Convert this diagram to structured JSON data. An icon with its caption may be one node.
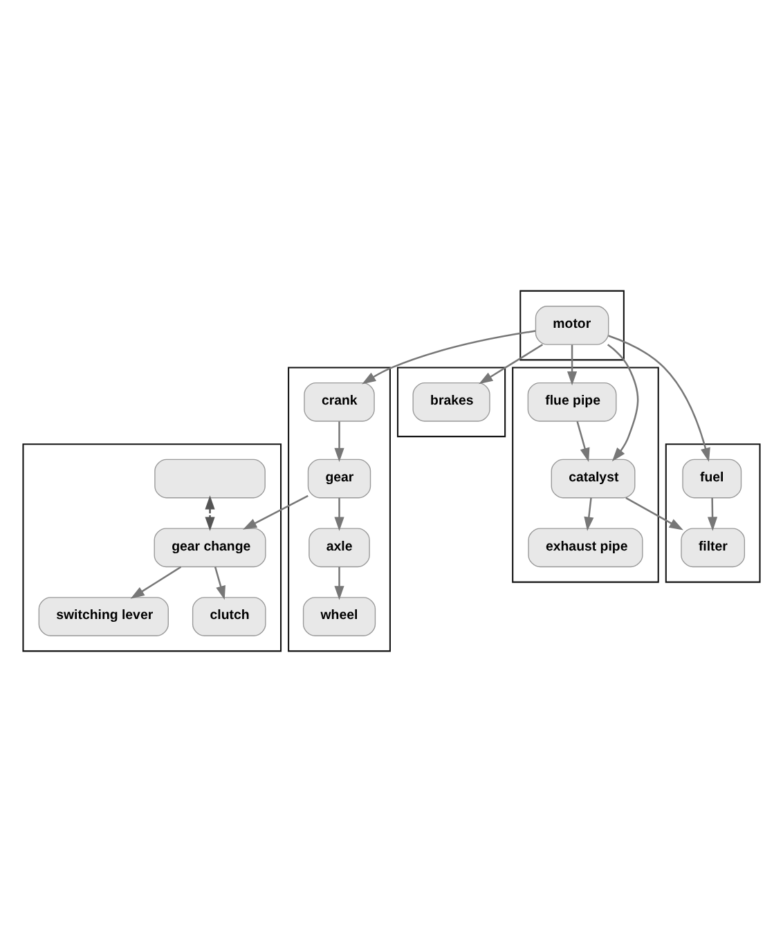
{
  "diagram": {
    "nodes": [
      {
        "text": [],
        "shape": "box"
      },
      {
        "text": [],
        "shape": "box",
        "in": 0
      },
      {
        "text": [
          "gear change"
        ],
        "in": 0
      },
      {
        "text": [
          "switching lever"
        ],
        "in": 0
      },
      {
        "text": [
          "clutch"
        ],
        "in": 0
      },
      {
        "text": [],
        "shape": "box"
      },
      {
        "text": [
          "wheel"
        ],
        "in": 5
      },
      {
        "text": [
          "axle"
        ],
        "in": 5
      },
      {
        "text": [
          "gear"
        ],
        "in": 5
      },
      {
        "text": [
          "crank"
        ],
        "in": 5
      },
      {
        "text": [],
        "shape": "box"
      },
      {
        "text": [
          "brakes"
        ],
        "in": 10
      },
      {
        "text": [],
        "shape": "box"
      },
      {
        "text": [
          "motor"
        ],
        "in": 12
      },
      {
        "text": [],
        "shape": "box"
      },
      {
        "text": [
          "fuel"
        ],
        "in": 14
      },
      {
        "text": [
          "filter"
        ],
        "in": 14
      },
      {
        "text": [],
        "shape": "box"
      },
      {
        "text": [
          "flue pipe"
        ],
        "in": 17
      },
      {
        "text": [
          "catalyst"
        ],
        "in": 17
      },
      {
        "text": [
          "exhaust pipe"
        ],
        "in": 17
      }
    ],
    "edges": [
      {
        "from": 1,
        "to": 2,
        "arrow": "both",
        "style": "dashed",
        "color": "#555555"
      },
      {
        "from": 2,
        "to": 3,
        "arrow": "to"
      },
      {
        "from": 2,
        "to": 4,
        "arrow": "to"
      },
      {
        "from": 8,
        "to": 2,
        "arrow": "to"
      },
      {
        "from": 7,
        "to": 6,
        "arrow": "to"
      },
      {
        "from": 8,
        "to": 7,
        "arrow": "to"
      },
      {
        "from": 9,
        "to": 8,
        "arrow": "to"
      },
      {
        "from": 13,
        "to": 11,
        "arrow": "to"
      },
      {
        "from": 13,
        "to": 9,
        "arrow": "to"
      },
      {
        "from": 13,
        "to": 15,
        "arrow": "to"
      },
      {
        "from": 13,
        "to": 19,
        "arrow": "to"
      },
      {
        "from": 13,
        "to": 18,
        "arrow": "to"
      },
      {
        "from": 15,
        "to": 16,
        "arrow": "to"
      },
      {
        "from": 18,
        "to": 19,
        "arrow": "to"
      },
      {
        "from": 19,
        "to": 16,
        "arrow": "to"
      },
      {
        "from": 19,
        "to": 20,
        "arrow": "to"
      }
    ]
  }
}
